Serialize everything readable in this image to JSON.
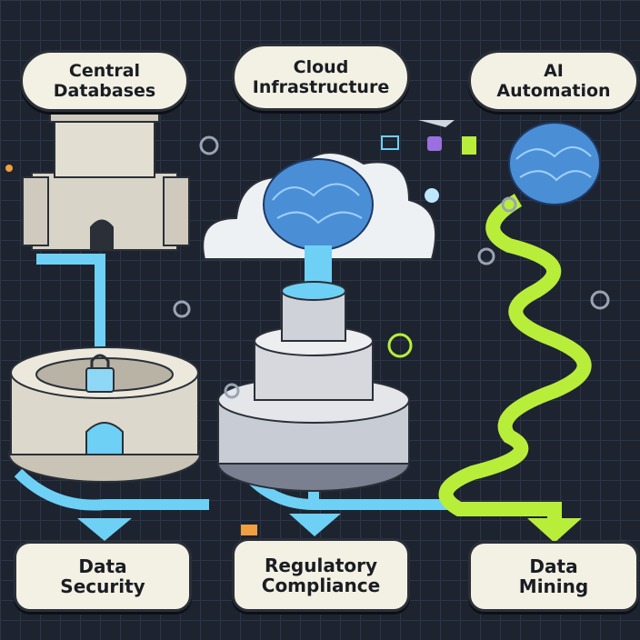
{
  "top_labels": {
    "left": [
      "Central",
      "Databases"
    ],
    "center": [
      "Cloud",
      "Infrastructure"
    ],
    "right": [
      "AI",
      "Automation"
    ]
  },
  "bottom_labels": {
    "left": [
      "Data",
      "Security"
    ],
    "center": [
      "Regulatory",
      "Compliance"
    ],
    "right": [
      "Data",
      "Mining"
    ]
  },
  "colors": {
    "background": "#1d2430",
    "arrow_blue": "#6fd0f5",
    "path_green": "#b8ee3a",
    "brain_blue": "#4a8fd6",
    "label_bg": "#f3f0e4"
  }
}
